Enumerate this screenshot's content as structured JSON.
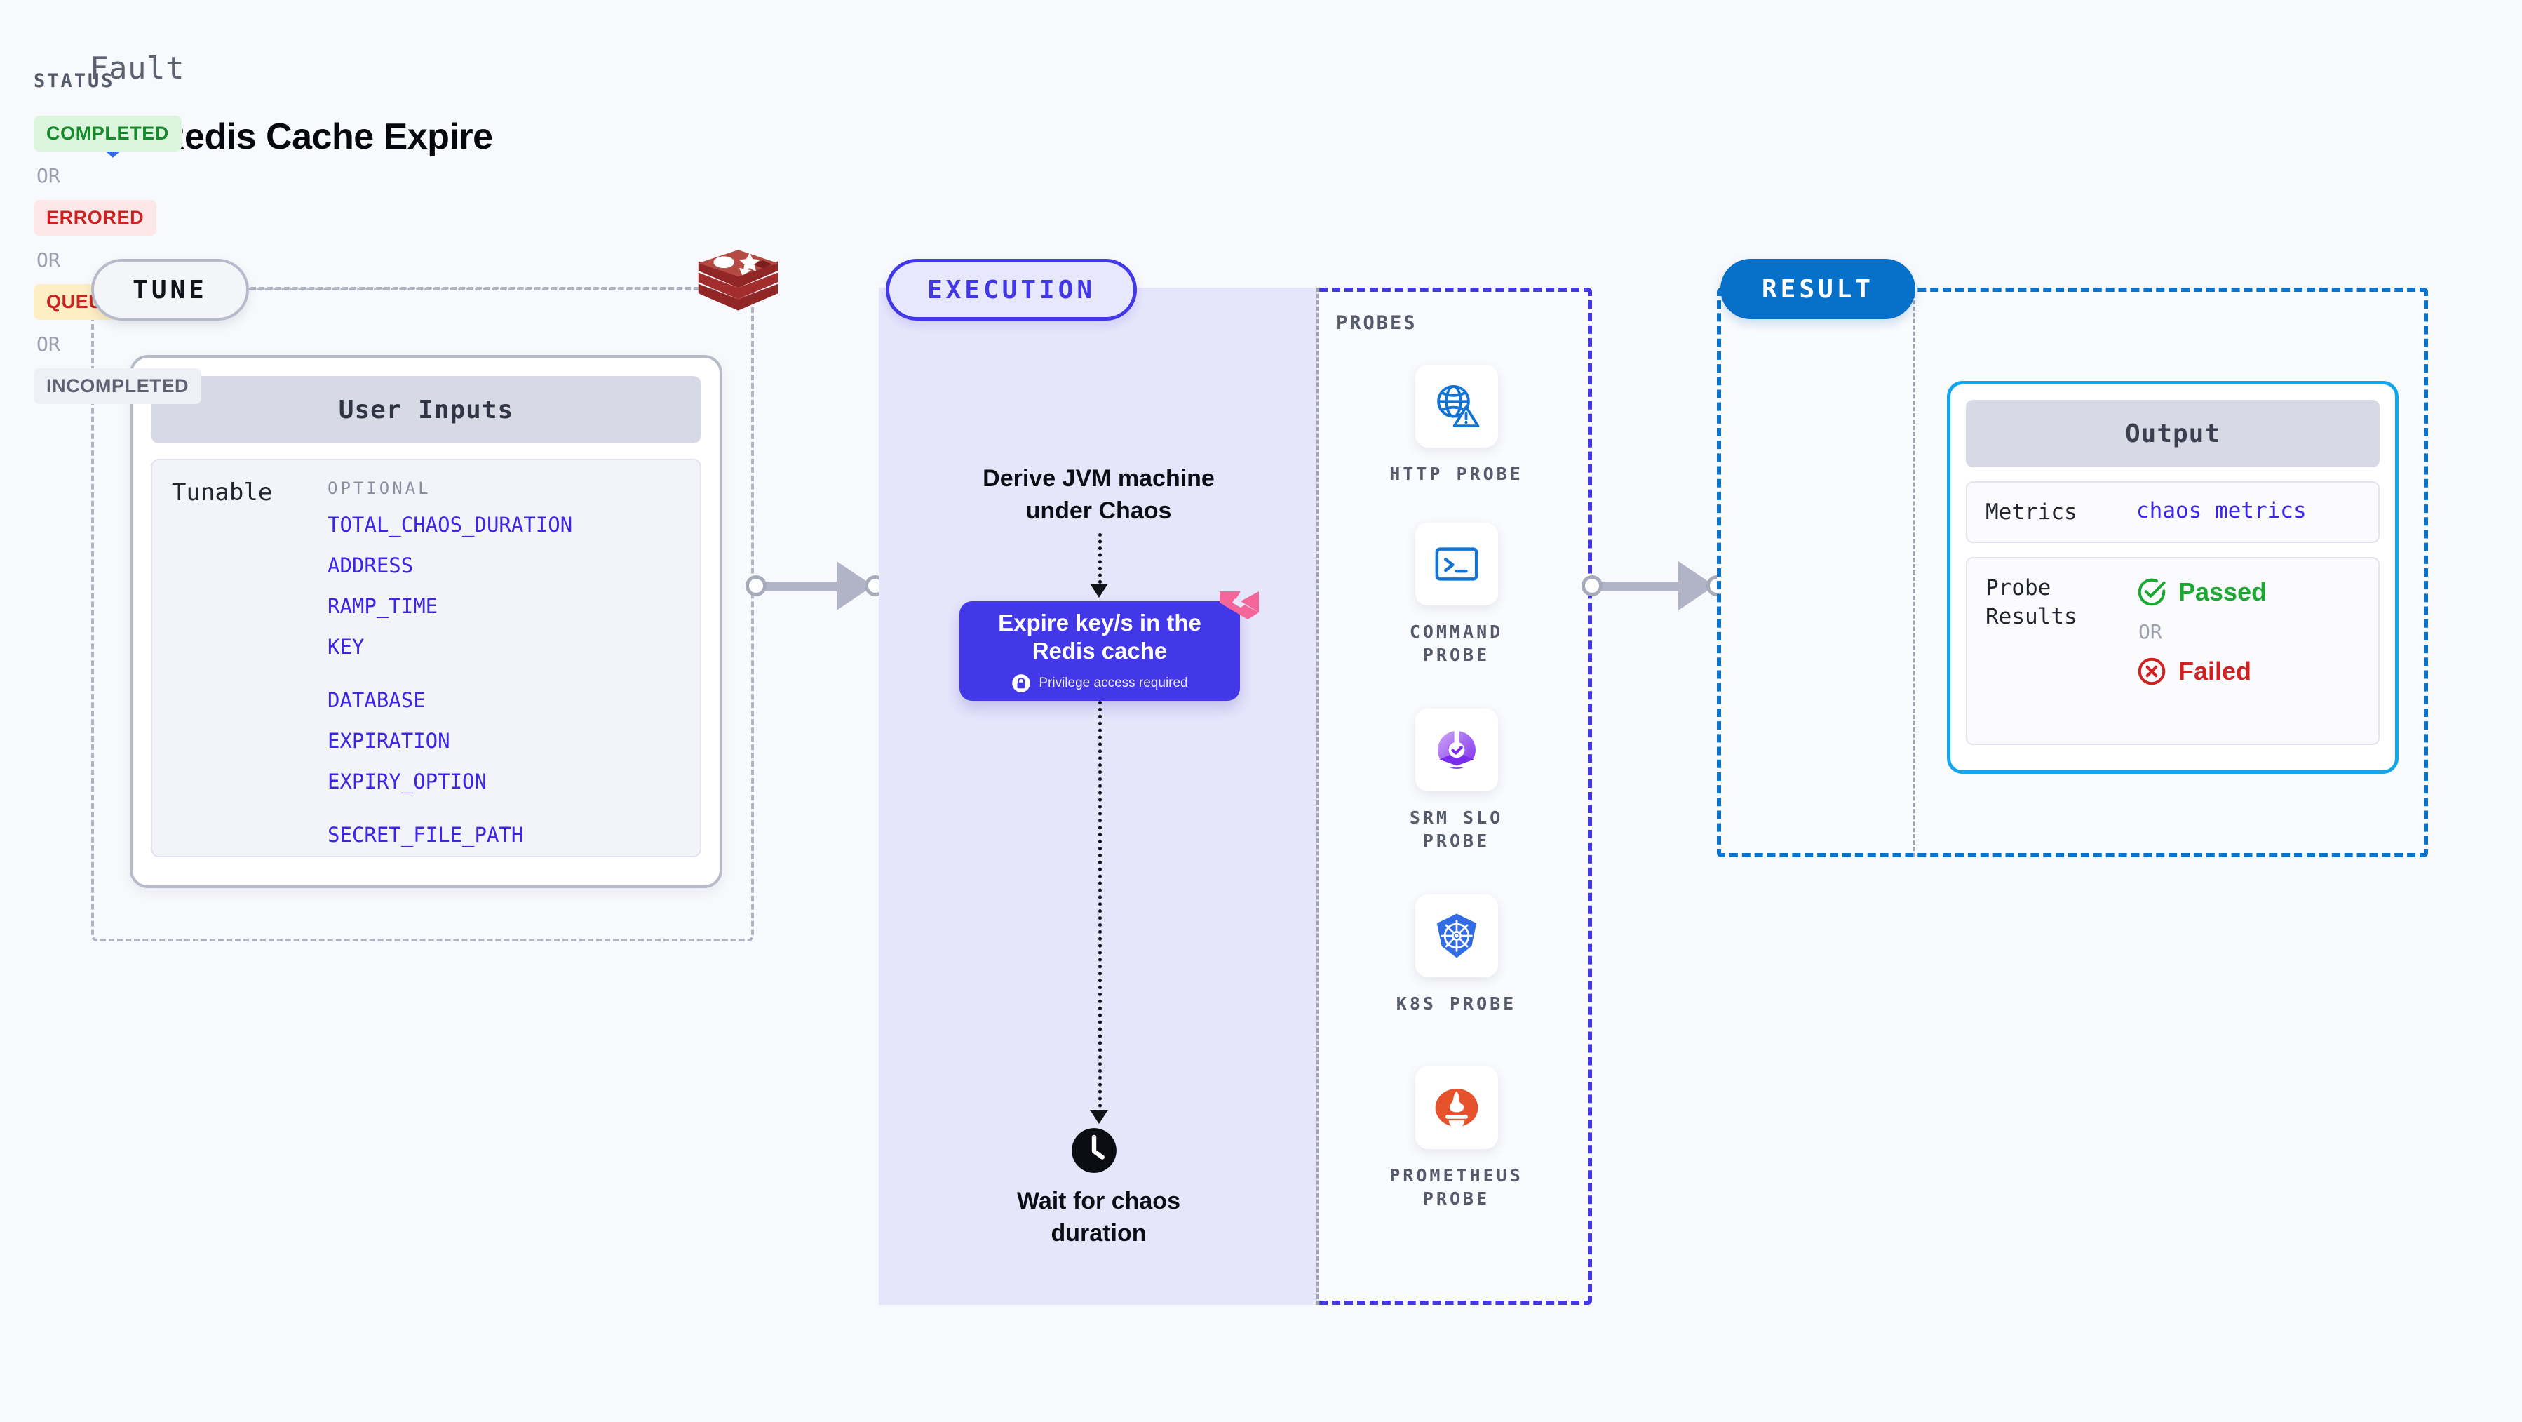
{
  "header": {
    "eyebrow": "Fault",
    "title": "Redis Cache Expire",
    "icon": "kubernetes-icon"
  },
  "tune": {
    "badge_label": "TUNE",
    "source_icon": "redis-logo",
    "user_inputs": {
      "card_title": "User Inputs",
      "row_label": "Tunable",
      "group_label": "OPTIONAL",
      "params": [
        "TOTAL_CHAOS_DURATION",
        "ADDRESS",
        "RAMP_TIME",
        "KEY",
        "DATABASE",
        "EXPIRATION",
        "EXPIRY_OPTION",
        "SECRET_FILE_PATH"
      ]
    }
  },
  "execution": {
    "badge_label": "EXECUTION",
    "step_title": "Derive JVM machine\nunder Chaos",
    "chaos_card": {
      "title": "Expire key/s in the\nRedis cache",
      "privilege_note": "Privilege access required",
      "privilege_icon": "lock-icon",
      "ribbon_icon": "harness-ribbon-icon"
    },
    "wait_node": {
      "icon": "clock-icon",
      "title": "Wait for chaos\nduration"
    }
  },
  "probes": {
    "section_label": "PROBES",
    "items": [
      {
        "name": "HTTP PROBE",
        "icon": "globe-warning-icon"
      },
      {
        "name": "COMMAND\nPROBE",
        "icon": "terminal-icon"
      },
      {
        "name": "SRM SLO\nPROBE",
        "icon": "srm-slo-icon"
      },
      {
        "name": "K8S PROBE",
        "icon": "kubernetes-icon"
      },
      {
        "name": "PROMETHEUS\nPROBE",
        "icon": "prometheus-icon"
      }
    ]
  },
  "result": {
    "badge_label": "RESULT",
    "status": {
      "label": "STATUS",
      "or_label": "OR",
      "values": [
        {
          "text": "COMPLETED",
          "style": "completed"
        },
        {
          "text": "ERRORED",
          "style": "errored"
        },
        {
          "text": "QUEUED",
          "style": "queued"
        },
        {
          "text": "INCOMPLETED",
          "style": "incomplete"
        }
      ]
    },
    "output": {
      "card_title": "Output",
      "metrics_label": "Metrics",
      "metrics_value": "chaos metrics",
      "probe_results_label": "Probe\nResults",
      "passed_label": "Passed",
      "failed_label": "Failed",
      "or_label": "OR",
      "passed_icon": "check-circle-icon",
      "failed_icon": "x-circle-icon"
    }
  },
  "colors": {
    "background": "#f8f9fc",
    "accent_execution": "#4338e8",
    "accent_result": "#0770c8",
    "accent_output": "#14a6e8",
    "param_text": "#3b25ea",
    "status_completed": "#148a2a",
    "status_errored": "#cc2222",
    "status_queued": "#cc2222",
    "status_incomplete": "#5e6272",
    "passed": "#1aa832",
    "failed": "#d22020"
  }
}
